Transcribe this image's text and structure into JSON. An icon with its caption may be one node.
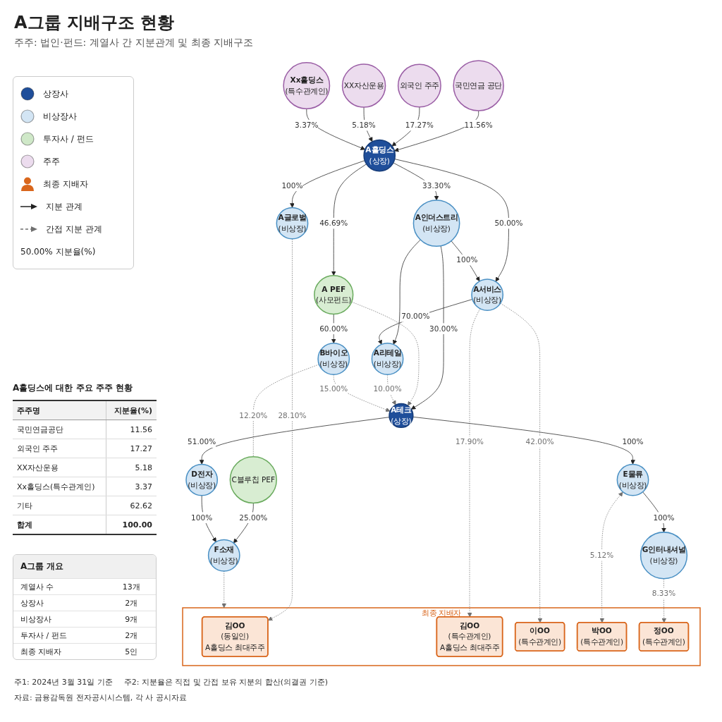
{
  "diagram": {
    "title": "A그룹 지배구조 현황",
    "nodes": [
      {
        "text": [
          "국민연금 공단"
        ]
      },
      {
        "text": [
          "외국인 주주"
        ]
      },
      {
        "text": [
          "XX자산운용"
        ]
      },
      {
        "text": [
          "Xx홀딩스",
          "(특수관계인)"
        ]
      },
      {
        "text": [
          "A홀딩스",
          "(상장)"
        ]
      },
      {
        "text": [
          "A글로벌",
          "(비상장)"
        ]
      },
      {
        "text": [
          "A인더스트리",
          "(비상장)"
        ]
      },
      {
        "text": [
          "A서비스",
          "(비상장)"
        ]
      },
      {
        "text": [
          "A PEF",
          "(사모펀드)"
        ]
      },
      {
        "text": [
          "A리테일",
          "(비상장)"
        ]
      },
      {
        "text": [
          "B바이오",
          "(비상장)"
        ]
      },
      {
        "text": [
          "A테크",
          "(상장)"
        ]
      },
      {
        "text": [
          "D전자",
          "(비상장)"
        ]
      },
      {
        "text": [
          "E물류",
          "(비상장)"
        ]
      },
      {
        "text": [
          "C블루칩 PEF"
        ]
      },
      {
        "text": [
          "F소재",
          "(비상장)"
        ]
      },
      {
        "text": [
          "G인터내셔널",
          "(비상장)"
        ]
      },
      {
        "text": [
          "최종 지배자"
        ]
      },
      {
        "text": [
          "김OO",
          "(동일인)",
          "A홀딩스 최대주주"
        ],
        "in": 17
      },
      {
        "text": [
          "김OO",
          "(특수관계인)",
          "A홀딩스 최대주주"
        ],
        "in": 17
      },
      {
        "text": [
          "이OO",
          "(특수관계인)"
        ],
        "in": 17
      },
      {
        "text": [
          "박OO",
          "(특수관계인)"
        ],
        "in": 17
      },
      {
        "text": [
          "정OO",
          "(특수관계인)"
        ],
        "in": 17
      }
    ],
    "edges": [
      {
        "from": 0,
        "to": 4,
        "arrow": "to",
        "label": "11.56%"
      },
      {
        "from": 1,
        "to": 4,
        "arrow": "to",
        "label": "17.27%"
      },
      {
        "from": 2,
        "to": 4,
        "arrow": "to",
        "label": "5.18%"
      },
      {
        "from": 3,
        "to": 4,
        "arrow": "to",
        "label": "3.37%"
      },
      {
        "from": 4,
        "to": 5,
        "arrow": "to",
        "label": "100%"
      },
      {
        "from": 4,
        "to": 6,
        "arrow": "to",
        "label": "33.30%"
      },
      {
        "from": 4,
        "to": 7,
        "arrow": "to",
        "label": "50.00%"
      },
      {
        "from": 4,
        "to": 8,
        "arrow": "to",
        "label": "46.69%"
      },
      {
        "from": 6,
        "to": 7,
        "arrow": "to",
        "label": "100%"
      },
      {
        "from": 6,
        "to": 9,
        "arrow": "to"
      },
      {
        "from": 7,
        "to": 9,
        "arrow": "to",
        "label": "70.00%"
      },
      {
        "from": 6,
        "to": 11,
        "arrow": "to",
        "label": "30.00%"
      },
      {
        "from": 8,
        "to": 10,
        "arrow": "to",
        "label": "60.00%"
      },
      {
        "from": 8,
        "to": 11,
        "arrow": "to",
        "style": "dashed",
        "color": "#707070"
      },
      {
        "from": 9,
        "to": 11,
        "arrow": "to",
        "label": "10.00%",
        "style": "dashed",
        "color": "#707070"
      },
      {
        "from": 10,
        "to": 11,
        "arrow": "to",
        "label": "15.00%",
        "style": "dashed",
        "color": "#707070"
      },
      {
        "from": 10,
        "to": 14,
        "arrow": "none",
        "label": "12.20%",
        "style": "dashed",
        "color": "#707070"
      },
      {
        "from": 14,
        "to": 15,
        "arrow": "to",
        "label": "25.00%"
      },
      {
        "from": 11,
        "to": 12,
        "arrow": "to",
        "label": "51.00%"
      },
      {
        "from": 11,
        "to": 13,
        "arrow": "to",
        "label": "100%"
      },
      {
        "from": 12,
        "to": 15,
        "arrow": "to",
        "label": "100%"
      },
      {
        "from": 13,
        "to": 16,
        "arrow": "to",
        "label": "100%"
      },
      {
        "from": 5,
        "to": 18,
        "arrow": "to",
        "label": "28.10%",
        "style": "dashed",
        "color": "#707070"
      },
      {
        "from": 7,
        "to": 19,
        "arrow": "to",
        "label": "17.90%",
        "style": "dashed",
        "color": "#707070"
      },
      {
        "from": 7,
        "to": 20,
        "arrow": "to",
        "label": "42.00%",
        "style": "dashed",
        "color": "#707070"
      },
      {
        "from": 13,
        "to": 21,
        "arrow": "both",
        "label": "5.12%",
        "style": "dashed",
        "color": "#707070"
      },
      {
        "from": 16,
        "to": 22,
        "arrow": "to",
        "label": "8.33%",
        "style": "dashed",
        "color": "#707070"
      },
      {
        "from": 15,
        "to": 17,
        "arrow": "to",
        "style": "dashed",
        "color": "#707070"
      }
    ],
    "labels": [
      "주주: 법인·펀드: 계열사 간 지분관계 및 최종 지배구조",
      "A홀딩스에 대한 주요 주주 현황",
      "주주명",
      "지분율(%)",
      "국민연금공단",
      "11.56",
      "외국인 주주",
      "17.27",
      "XX자산운용",
      "5.18",
      "Xx홀딩스(특수관계인)",
      "3.37",
      "기타",
      "62.62",
      "합계",
      "100.00",
      "A그룹 개요",
      "계열사 수",
      "13개",
      "상장사",
      "2개",
      "비상장사",
      "9개",
      "투자사 / 펀드",
      "2개",
      "최종 지배자",
      "5인",
      "주1: 2024년 3월 31일 기준",
      "주2: 지분율은 직접 및 간접 보유 지분의 합산(의결권 기준)",
      "자료: 금융감독원 전자공시시스템, 각 사 공시자료"
    ],
    "legend": [
      {
        "text": "상장사",
        "color": "#1f4e9a"
      },
      {
        "text": "비상장사",
        "color": "#d3e5f4"
      },
      {
        "text": "투자사 / 펀드",
        "color": "#cfe8c8"
      },
      {
        "text": "주주",
        "color": "#ecdcee"
      },
      {
        "text": "최종 지배자",
        "color": "#d9661c"
      },
      {
        "text": "지분 관계"
      },
      {
        "text": "간접 지분 관계"
      },
      {
        "text": "50.00% 지분율(%)"
      }
    ]
  }
}
